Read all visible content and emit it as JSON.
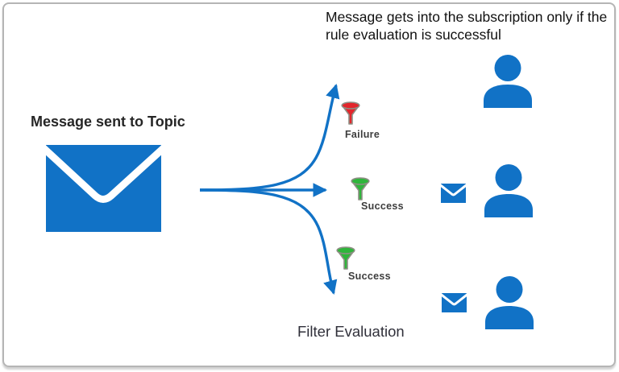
{
  "note": "Message gets into the subscription only if the rule evaluation is successful",
  "source_label": "Message sent to Topic",
  "footer_label": "Filter Evaluation",
  "branches": [
    {
      "result": "Failure",
      "delivered": false
    },
    {
      "result": "Success",
      "delivered": true
    },
    {
      "result": "Success",
      "delivered": true
    }
  ],
  "colors": {
    "blue": "#1172C6",
    "failure_red": "#E2262C",
    "success_green": "#2FB53B",
    "funnel_outline": "#8F8F85",
    "border_gray": "#B5B5B5"
  }
}
